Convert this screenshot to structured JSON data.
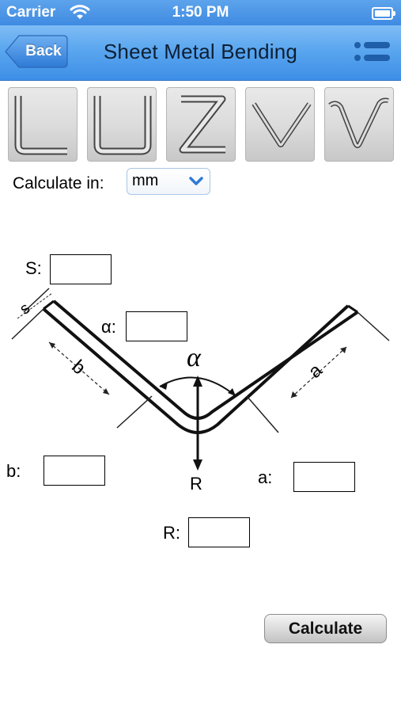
{
  "status_bar": {
    "carrier": "Carrier",
    "time": "1:50 PM"
  },
  "nav": {
    "back_label": "Back",
    "title": "Sheet Metal Bending"
  },
  "shapes": [
    "L-shape",
    "U-shape",
    "Z-shape",
    "V-shape",
    "V-flange-shape"
  ],
  "units": {
    "label": "Calculate in:",
    "selected": "mm"
  },
  "diagram": {
    "alpha": "α",
    "a": "a",
    "b": "b",
    "s": "s",
    "r": "R"
  },
  "fields": {
    "s_label": "S:",
    "alpha_label": "α:",
    "b_label": "b:",
    "a_label": "a:",
    "r_label": "R:"
  },
  "calculate_label": "Calculate",
  "colors": {
    "nav_blue": "#4a9be8",
    "title_text": "#0d1f33"
  }
}
